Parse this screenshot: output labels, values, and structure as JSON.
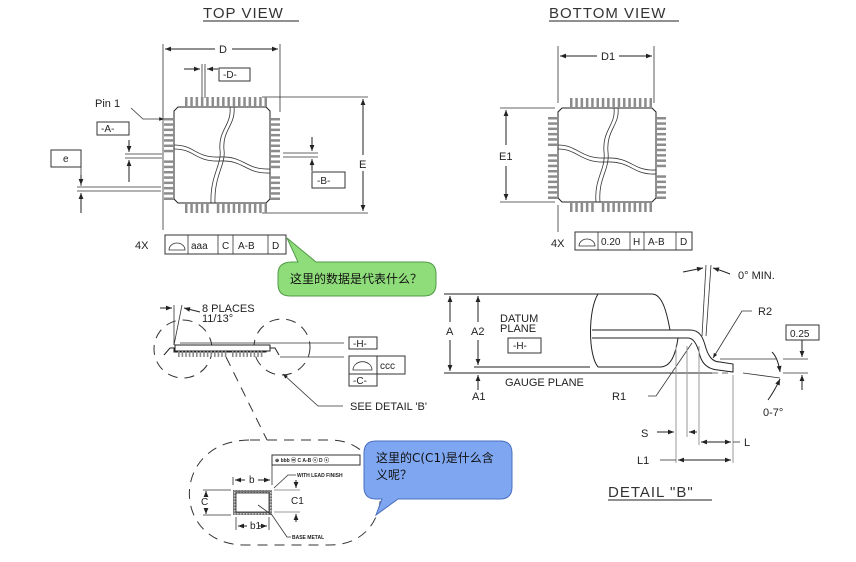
{
  "views": {
    "top": {
      "title": "TOP VIEW",
      "dim_D": "D",
      "dim_E": "E",
      "datum_D": "-D-",
      "datum_A": "-A-",
      "datum_B": "-B-",
      "pin1_label": "Pin 1",
      "pitch_label": "e",
      "fcf": {
        "multiplier": "4X",
        "symbol": "profile-of-surface",
        "tolerance": "aaa",
        "datum1": "C",
        "datum2": "A-B",
        "datum3": "D"
      }
    },
    "bottom": {
      "title": "BOTTOM VIEW",
      "dim_D1": "D1",
      "dim_E1": "E1",
      "fcf": {
        "multiplier": "4X",
        "symbol": "profile-of-surface",
        "tolerance": "0.20",
        "datum1": "H",
        "datum2": "A-B",
        "datum3": "D"
      }
    },
    "side": {
      "angle_label_1": "8 PLACES",
      "angle_label_2": "11/13°",
      "datum_H": "-H-",
      "datum_C": "-C-",
      "fcf_tolerance": "ccc",
      "see_detail": "SEE DETAIL 'B'"
    },
    "section": {
      "fcf": "⊕ bbb ⓜ C A-B ⓢ D ⓢ",
      "lead_finish": "WITH LEAD FINISH",
      "base_metal": "BASE METAL",
      "dim_b": "b",
      "dim_b1": "b1",
      "dim_c": "C",
      "dim_c1": "C1"
    },
    "detail_b": {
      "title": "DETAIL \"B\"",
      "angle_min": "0° MIN.",
      "r1": "R1",
      "r2": "R2",
      "gauge_value": "0.25",
      "dim_A": "A",
      "dim_A2": "A2",
      "dim_A1": "A1",
      "datum_plane_1": "DATUM",
      "datum_plane_2": "PLANE",
      "datum_H": "-H-",
      "gauge_plane": "GAUGE PLANE",
      "foot_angle": "0-7°",
      "dim_S": "S",
      "dim_L": "L",
      "dim_L1": "L1"
    }
  },
  "annotations": [
    {
      "text": "这里的数据是代表什么？",
      "color": "#8fdd7a"
    },
    {
      "text": "这里的C(C1)是什么含义呢？",
      "color": "#7fa6f0"
    }
  ]
}
